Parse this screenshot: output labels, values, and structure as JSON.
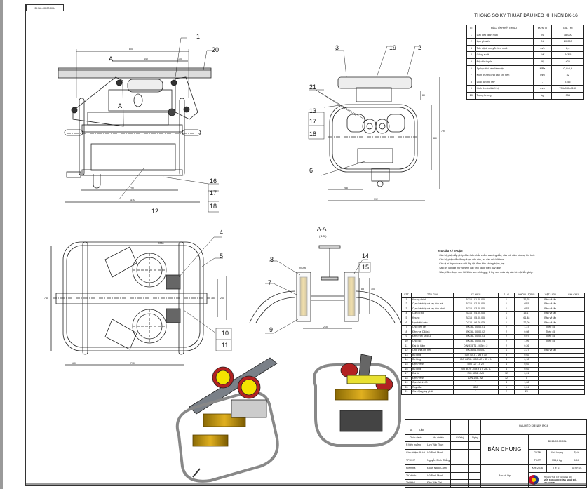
{
  "sheet": {
    "drawing_number_tag": "BK16-00.00.00L",
    "spec_title": "THÔNG SỐ KỸ THUẬT ĐẦU KÉO KHÍ NÉN BK-16",
    "spec_table": {
      "headers": [
        "TT",
        "ĐẶC TÍNH KỸ THUẬT",
        "ĐƠN VỊ",
        "GIÁ TRỊ"
      ],
      "rows": [
        [
          "1",
          "Lực kéo định mức",
          "N",
          "18 000"
        ],
        [
          "2",
          "Lực phanh",
          "N",
          "20 000"
        ],
        [
          "3",
          "Tốc độ di chuyển lớn nhất",
          "m/s",
          "2,4"
        ],
        [
          "4",
          "Công suất",
          "kW",
          "2x3,5"
        ],
        [
          "5",
          "Độ dốc tuyến",
          "độ",
          "±25"
        ],
        [
          "6",
          "Áp lực khí nén làm việc",
          "MPa",
          "0,4÷0,6"
        ],
        [
          "7",
          "Kích thước ống cấp khí nén",
          "mm",
          "32"
        ],
        [
          "8",
          "Loại đường ray",
          "-",
          "I155"
        ],
        [
          "9",
          "Kích thước thiết bị",
          "mm",
          "794x930x1150"
        ],
        [
          "10",
          "Trọng lượng",
          "kg",
          "334"
        ]
      ]
    },
    "requirements": {
      "title": "YÊU CẦU KỸ THUẬT:",
      "items": [
        "- Các bộ phận lắp ghép đảm bảo chắc chắn, các ống dẫn, đầu nối đảm bảo sự kín khít.",
        "- Các bộ phận dẫn động được cấp dầu, tra dầu mỡ bôi trơn.",
        "- Các vị trí tiếp xúc sau khi lắp đặt đảm bảo không bị bó, kẹt.",
        "- Sau khi lắp đặt thử nghiệm các tính năng theo quy định.",
        "- Sản phẩm được sơn lót 1 lớp sơn chống gỉ, 2 lớp sơn màu tùy các bề mặt lắp ghép."
      ]
    },
    "parts_table": {
      "headers": [
        "STT",
        "TÊN GỌI",
        "KÝ HIỆU",
        "S.LG",
        "KHỐI LƯỢNG",
        "VẬT LIỆU",
        "GHI CHÚ"
      ],
      "rows": [
        [
          "1",
          "Khung chính",
          "BK16 - 01.00.00L",
          "1",
          "36,25",
          "Bản vẽ lắp",
          ""
        ],
        [
          "2",
          "Cụm bánh tỳ và tay đòn trái",
          "BK16 - 02.00.00L",
          "1",
          "65,5",
          "Bản vẽ lắp",
          ""
        ],
        [
          "3",
          "Cụm bánh tỳ và tay đòn phải",
          "BK16 - 03.00.00L",
          "1",
          "65,5",
          "Bản vẽ lắp",
          ""
        ],
        [
          "4",
          "Cụm lò xo",
          "BK16 - 04.00.00L",
          "1",
          "15,17",
          "Bản vẽ lắp",
          ""
        ],
        [
          "5",
          "Khung",
          "BK16 - 05.00.00L",
          "1",
          "61,48",
          "Bản vẽ lắp",
          ""
        ],
        [
          "6",
          "Mạch khí nén",
          "DK16 - 06.00.00L",
          "1",
          "22,09",
          "Bản vẽ lắp",
          ""
        ],
        [
          "7",
          "Chốt liên kết",
          "BK16 - 00.00.01",
          "2",
          "1,37",
          "Thép 45",
          ""
        ],
        [
          "8",
          "Đệm vai D65x3",
          "BK16 - 00.00.02",
          "2",
          "0,08",
          "Thép 45",
          ""
        ],
        [
          "9",
          "Đệm tròn D65x3",
          "BK16 - 00.00.03",
          "2",
          "0,07",
          "Thép 45",
          ""
        ],
        [
          "10",
          "Chốt nối",
          "BK16 - 00.00.04",
          "2",
          "1,09",
          "Thép 45",
          ""
        ],
        [
          "11",
          "Đai ốc hãm",
          "DIN 935 T1 - M30 x 2",
          "2",
          "0,26",
          "",
          ""
        ],
        [
          "12",
          "Ống chia khí nén",
          "BK16-01.00.00L",
          "1",
          "2,27",
          "Bản vẽ lắp",
          ""
        ],
        [
          "13",
          "Bu lông",
          "ISO 4015 - M8 x 30",
          "8",
          "0,02",
          "",
          ""
        ],
        [
          "14",
          "Bu lông",
          "ISO 8676 - M30 x 2 x 45 - A",
          "4",
          "0,18",
          "",
          ""
        ],
        [
          "15",
          "Đệm vênh",
          "DIN 127 - A 20",
          "4",
          "0,02",
          "",
          ""
        ],
        [
          "16",
          "Bu lông",
          "ISO 8676 - M8 x 1 x 25 - A",
          "4",
          "0,02",
          "",
          ""
        ],
        [
          "17",
          "Đai ốc",
          "ISO 4032 - M8",
          "12",
          "0,01",
          "",
          ""
        ],
        [
          "18",
          "Đệm vênh",
          "DIN 128 - A8",
          "12",
          "0",
          "",
          ""
        ],
        [
          "19",
          "Cụm bánh đỡ",
          "*",
          "4",
          "1,08",
          "",
          ""
        ],
        [
          "20",
          "Ray dẫn",
          "I150",
          "1",
          "2,24",
          "",
          ""
        ],
        [
          "21",
          "Cần động tay phải",
          "*",
          "2",
          "20",
          "",
          ""
        ]
      ]
    },
    "title_block": {
      "qty_label": "SL",
      "scale_label": "Lắp",
      "product_name": "ĐẦU KÉO KHÍ NÉN BK16",
      "drawing_code": "BK16-00.00.00L",
      "drawing_type": "BẢN CHUNG",
      "assembly_label": "Bản vẽ lắp",
      "headers": [
        "Chức danh",
        "Họ và tên",
        "Chữ ký",
        "Ngày"
      ],
      "people": [
        [
          "P.Viện trưởng",
          "Lưu Văn Thực"
        ],
        [
          "Chủ nhiệm đề tài",
          "Vũ Đình Mạnh"
        ],
        [
          "TP. KKT",
          "Nguyễn Đình Thắng"
        ],
        [
          "Kiểm tra",
          "Đoàn Ngọc Cảnh"
        ],
        [
          "TK.chính",
          "Vũ Đình Mạnh"
        ],
        [
          "Thiết kế",
          "Đào Văn Gai"
        ]
      ],
      "info_labels": [
        "GCTN",
        "Khối lượng",
        "Tỷ lệ"
      ],
      "info_values": [
        "TKCT",
        "334,8 kg",
        "1/10"
      ],
      "sheet_labels": [
        "Kết: 2016",
        "Tờ: 01",
        "Số tờ: 01"
      ],
      "org_name_1": "TRUNG TÂM CƠ KHÍ ĐIỆN MỎ",
      "org_name_2": "VIỆN KHOA HỌC CÔNG NGHỆ MỎ - VINACOMIN"
    },
    "callouts": {
      "front": [
        "1",
        "20",
        "16",
        "17",
        "18",
        "12"
      ],
      "side": [
        "3",
        "19",
        "2",
        "21",
        "13",
        "17",
        "18",
        "6"
      ],
      "top": [
        "4",
        "5",
        "10",
        "11"
      ],
      "section": [
        "8",
        "7",
        "9",
        "14",
        "15"
      ],
      "section_title": "A-A",
      "section_scale": "( 1:5 )",
      "section_marks": [
        "A",
        "A"
      ]
    },
    "dimensions": {
      "front": [
        "800",
        "440",
        "100",
        "790",
        "1150"
      ],
      "side": [
        "794",
        "480",
        "80",
        "288",
        "792"
      ],
      "top": [
        "740",
        "180",
        "260",
        "790",
        "160",
        "Ø380"
      ],
      "section": [
        "Ø40H8",
        "215",
        "83",
        "100"
      ]
    },
    "colors": {
      "line": "#222222",
      "body_yellow": "#d4a017",
      "wheel_red": "#b22222",
      "hub_yellow": "#f4e400",
      "rail_gray": "#7a8088",
      "logo_red": "#c8102e",
      "logo_blue": "#1f3a8a"
    }
  }
}
